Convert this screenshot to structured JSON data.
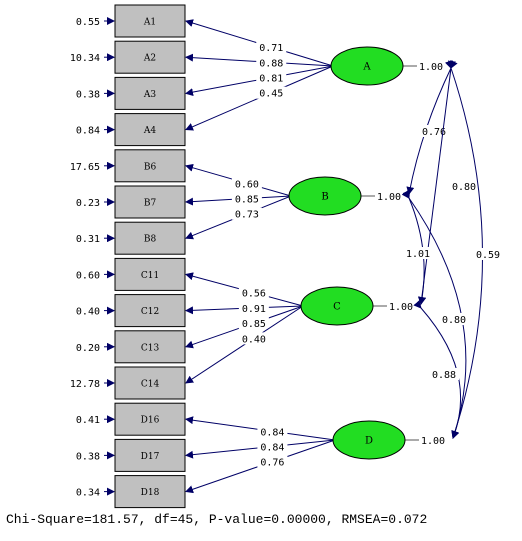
{
  "observed": [
    {
      "name": "A1",
      "error": "0.55"
    },
    {
      "name": "A2",
      "error": "10.34"
    },
    {
      "name": "A3",
      "error": "0.38"
    },
    {
      "name": "A4",
      "error": "0.84"
    },
    {
      "name": "B6",
      "error": "17.65"
    },
    {
      "name": "B7",
      "error": "0.23"
    },
    {
      "name": "B8",
      "error": "0.31"
    },
    {
      "name": "C11",
      "error": "0.60"
    },
    {
      "name": "C12",
      "error": "0.40"
    },
    {
      "name": "C13",
      "error": "0.20"
    },
    {
      "name": "C14",
      "error": "12.78"
    },
    {
      "name": "D16",
      "error": "0.41"
    },
    {
      "name": "D17",
      "error": "0.38"
    },
    {
      "name": "D18",
      "error": "0.34"
    }
  ],
  "latents": [
    {
      "name": "A",
      "variance": "1.00",
      "indicators": [
        "A1",
        "A2",
        "A3",
        "A4"
      ],
      "loadings": [
        "0.71",
        "0.88",
        "0.81",
        "0.45"
      ]
    },
    {
      "name": "B",
      "variance": "1.00",
      "indicators": [
        "B6",
        "B7",
        "B8"
      ],
      "loadings": [
        "0.60",
        "0.85",
        "0.73"
      ]
    },
    {
      "name": "C",
      "variance": "1.00",
      "indicators": [
        "C11",
        "C12",
        "C13",
        "C14"
      ],
      "loadings": [
        "0.56",
        "0.91",
        "0.85",
        "0.40"
      ]
    },
    {
      "name": "D",
      "variance": "1.00",
      "indicators": [
        "D16",
        "D17",
        "D18"
      ],
      "loadings": [
        "0.84",
        "0.84",
        "0.76"
      ]
    }
  ],
  "covariances": [
    {
      "from": "A",
      "to": "B",
      "value": "0.76"
    },
    {
      "from": "A",
      "to": "C",
      "value": "0.80"
    },
    {
      "from": "A",
      "to": "D",
      "value": "0.59"
    },
    {
      "from": "B",
      "to": "C",
      "value": "1.01"
    },
    {
      "from": "B",
      "to": "D",
      "value": "0.80"
    },
    {
      "from": "C",
      "to": "D",
      "value": "0.88"
    }
  ],
  "fit_statistics": "Chi-Square=181.57, df=45, P-value=0.00000, RMSEA=0.072",
  "colors": {
    "latent_fill": "#22dd22",
    "box_fill": "#c0c0c0",
    "arrow": "#000066"
  }
}
